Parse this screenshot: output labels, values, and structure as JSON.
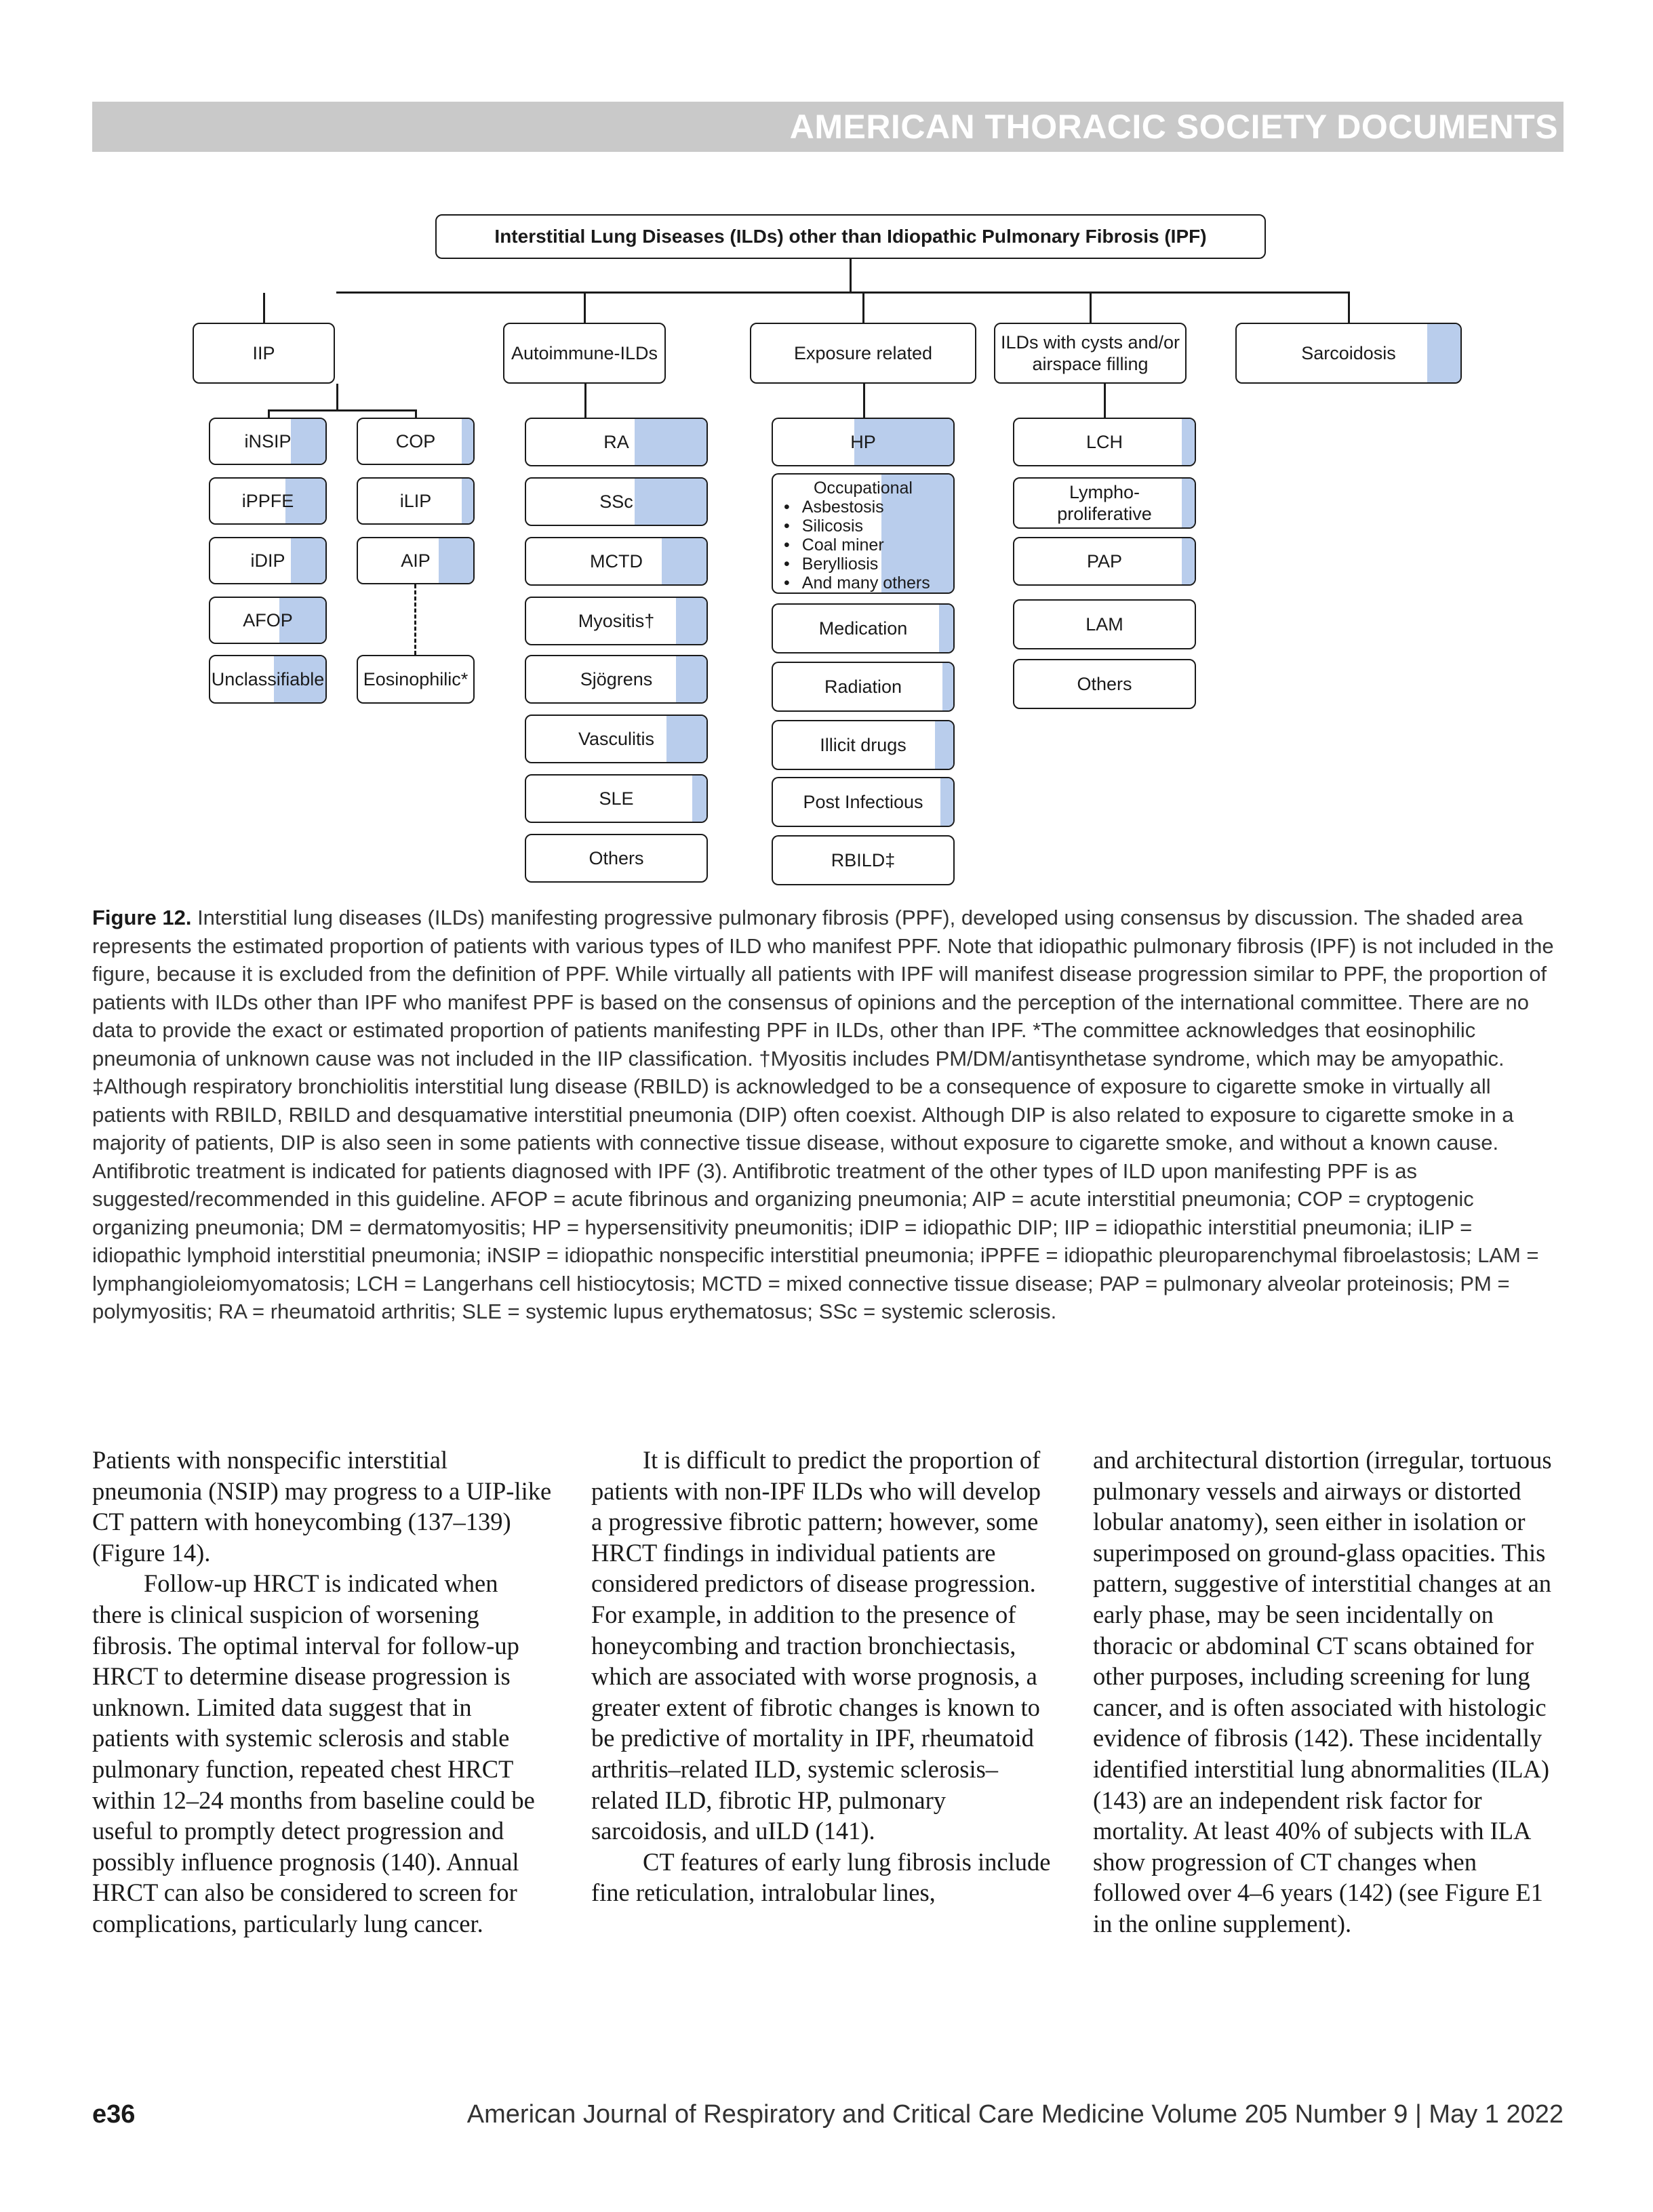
{
  "header": {
    "running_head": "AMERICAN THORACIC SOCIETY DOCUMENTS"
  },
  "colors": {
    "shade": "#b9cdec",
    "header_bar": "#c9c9c9"
  },
  "diagram": {
    "root": "Interstitial Lung Diseases (ILDs) other than Idiopathic Pulmonary Fibrosis (IPF)",
    "categories": [
      "IIP",
      "Autoimmune-ILDs",
      "Exposure related",
      "ILDs with cysts and/or\nairspace filling",
      "Sarcoidosis"
    ],
    "iip_col1": [
      "iNSIP",
      "iPPFE",
      "iDIP",
      "AFOP",
      "Unclassifiable"
    ],
    "iip_col2": [
      "COP",
      "iLIP",
      "AIP",
      "Eosinophilic*"
    ],
    "autoimmune": [
      "RA",
      "SSc",
      "MCTD",
      "Myositis†",
      "Sjögrens",
      "Vasculitis",
      "SLE",
      "Others"
    ],
    "exposure": {
      "hp": "HP",
      "occupational_title": "Occupational",
      "occupational_items": [
        "Asbestosis",
        "Silicosis",
        "Coal miner",
        "Berylliosis",
        "And many others"
      ],
      "others": [
        "Medication",
        "Radiation",
        "Illicit drugs",
        "Post Infectious",
        "RBILD‡"
      ]
    },
    "cysts": [
      "LCH",
      "Lympho-\nproliferative",
      "PAP",
      "LAM",
      "Others"
    ],
    "shade_fractions": {
      "sarcoidosis": 0.15,
      "iNSIP": 0.3,
      "iPPFE": 0.35,
      "iDIP": 0.3,
      "AFOP": 0.4,
      "Unclassifiable": 0.45,
      "COP": 0.1,
      "iLIP": 0.1,
      "AIP": 0.3,
      "Eosinophilic*": 0.0,
      "RA": 0.4,
      "SSc": 0.4,
      "MCTD": 0.25,
      "Myositis†": 0.17,
      "Sjögrens": 0.17,
      "Vasculitis": 0.22,
      "SLE": 0.08,
      "Others": 0.0,
      "HP": 0.55,
      "Occupational": 0.4,
      "Medication": 0.08,
      "Radiation": 0.06,
      "Illicit drugs": 0.1,
      "Post Infectious": 0.07,
      "RBILD‡": 0.0,
      "LCH": 0.07,
      "Lympho-proliferative": 0.07,
      "PAP": 0.07,
      "LAM": 0.0,
      "Others-cysts": 0.0
    }
  },
  "caption": {
    "label": "Figure 12.",
    "text": "Interstitial lung diseases (ILDs) manifesting progressive pulmonary fibrosis (PPF), developed using consensus by discussion. The shaded area represents the estimated proportion of patients with various types of ILD who manifest PPF. Note that idiopathic pulmonary fibrosis (IPF) is not included in the figure, because it is excluded from the definition of PPF. While virtually all patients with IPF will manifest disease progression similar to PPF, the proportion of patients with ILDs other than IPF who manifest PPF is based on the consensus of opinions and the perception of the international committee. There are no data to provide the exact or estimated proportion of patients manifesting PPF in ILDs, other than IPF. *The committee acknowledges that eosinophilic pneumonia of unknown cause was not included in the IIP classification. †Myositis includes PM/DM/antisynthetase syndrome, which may be amyopathic. ‡Although respiratory bronchiolitis interstitial lung disease (RBILD) is acknowledged to be a consequence of exposure to cigarette smoke in virtually all patients with RBILD, RBILD and desquamative interstitial pneumonia (DIP) often coexist. Although DIP is also related to exposure to cigarette smoke in a majority of patients, DIP is also seen in some patients with connective tissue disease, without exposure to cigarette smoke, and without a known cause. Antifibrotic treatment is indicated for patients diagnosed with IPF (3). Antifibrotic treatment of the other types of ILD upon manifesting PPF is as suggested/recommended in this guideline. AFOP = acute fibrinous and organizing pneumonia; AIP = acute interstitial pneumonia; COP = cryptogenic organizing pneumonia; DM = dermatomyositis; HP = hypersensitivity pneumonitis; iDIP = idiopathic DIP; IIP = idiopathic interstitial pneumonia; iLIP = idiopathic lymphoid interstitial pneumonia; iNSIP = idiopathic nonspecific interstitial pneumonia; iPPFE = idiopathic pleuroparenchymal fibroelastosis; LAM = lymphangioleiomyomatosis; LCH = Langerhans cell histiocytosis; MCTD = mixed connective tissue disease; PAP = pulmonary alveolar proteinosis; PM = polymyositis; RA = rheumatoid arthritis; SLE = systemic lupus erythematosus; SSc = systemic sclerosis."
  },
  "body": {
    "col1": [
      {
        "text": "Patients with nonspecific interstitial pneumonia (NSIP) may progress to a UIP-like CT pattern with honeycombing (137–139) (Figure 14).",
        "indent": false
      },
      {
        "text": "Follow-up HRCT is indicated when there is clinical suspicion of worsening fibrosis. The optimal interval for follow-up HRCT to determine disease progression is unknown. Limited data suggest that in patients with systemic sclerosis and stable pulmonary function, repeated chest HRCT within 12–24 months from baseline could be useful to promptly detect progression and possibly influence prognosis (140). Annual HRCT can also be considered to screen for complications, particularly lung cancer.",
        "indent": true
      }
    ],
    "col2": [
      {
        "text": "It is difficult to predict the proportion of patients with non-IPF ILDs who will develop a progressive fibrotic pattern; however, some HRCT findings in individual patients are considered predictors of disease progression. For example, in addition to the presence of honeycombing and traction bronchiectasis, which are associated with worse prognosis, a greater extent of fibrotic changes is known to be predictive of mortality in IPF, rheumatoid arthritis–related ILD, systemic sclerosis–related ILD, fibrotic HP, pulmonary sarcoidosis, and uILD (141).",
        "indent": true
      },
      {
        "text": "CT features of early lung fibrosis include fine reticulation, intralobular lines,",
        "indent": true
      }
    ],
    "col3": [
      {
        "text": "and architectural distortion (irregular, tortuous pulmonary vessels and airways or distorted lobular anatomy), seen either in isolation or superimposed on ground-glass opacities. This pattern, suggestive of interstitial changes at an early phase, may be seen incidentally on thoracic or abdominal CT scans obtained for other purposes, including screening for lung cancer, and is often associated with histologic evidence of fibrosis (142). These incidentally identified interstitial lung abnormalities (ILA) (143) are an independent risk factor for mortality. At least 40% of subjects with ILA show progression of CT changes when followed over 4–6 years (142) (see Figure E1 in the online supplement).",
        "indent": false
      }
    ]
  },
  "footer": {
    "folio": "e36",
    "journal": "American Journal of Respiratory and Critical Care Medicine Volume 205 Number 9 | May 1 2022"
  }
}
